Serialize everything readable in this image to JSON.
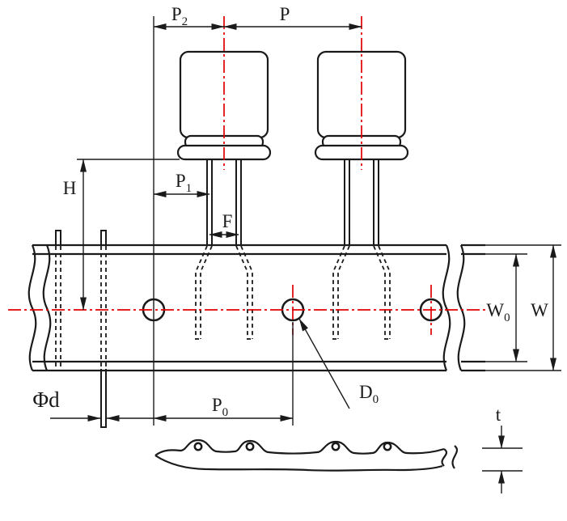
{
  "diagram": {
    "colors": {
      "line": "#1a1a1a",
      "centerline": "#e00000",
      "background": "#ffffff"
    },
    "labels": {
      "p2": {
        "base": "P",
        "sub": "2"
      },
      "p": {
        "base": "P",
        "sub": ""
      },
      "p1": {
        "base": "P",
        "sub": "1"
      },
      "h": {
        "base": "H",
        "sub": ""
      },
      "f": {
        "base": "F",
        "sub": ""
      },
      "w0": {
        "base": "W",
        "sub": "0"
      },
      "w": {
        "base": "W",
        "sub": ""
      },
      "phi_d": {
        "base": "Φd",
        "sub": ""
      },
      "p0": {
        "base": "P",
        "sub": "0"
      },
      "d0": {
        "base": "D",
        "sub": "0"
      },
      "t": {
        "base": "t",
        "sub": ""
      }
    }
  }
}
